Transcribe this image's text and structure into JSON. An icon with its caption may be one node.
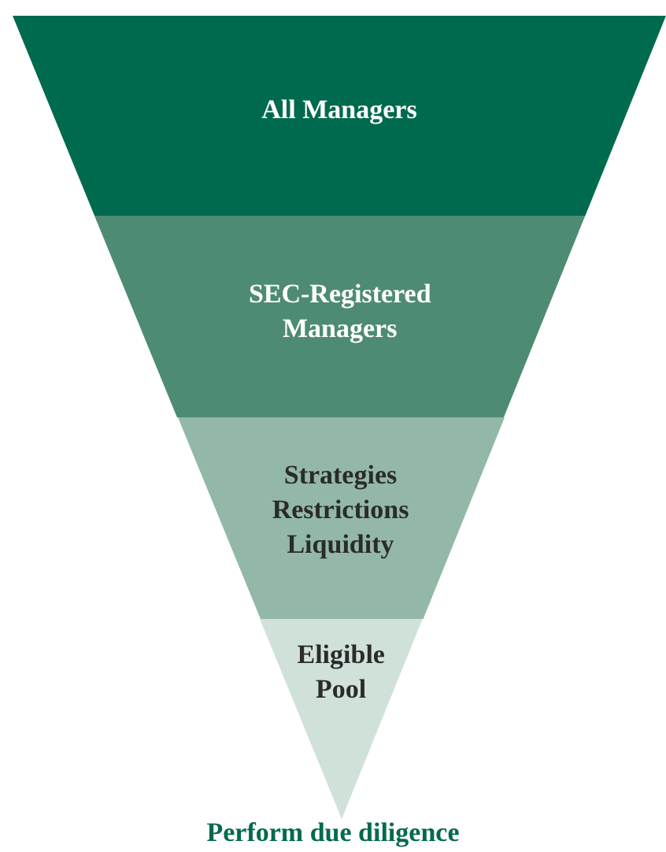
{
  "diagram": {
    "nodes": [
      {
        "text": [
          "All Managers"
        ]
      },
      {
        "text": [
          "SEC-Registered Managers"
        ]
      },
      {
        "text": [
          "Strategies",
          "Restrictions",
          "Liquidity"
        ]
      },
      {
        "text": [
          "Eligible Pool"
        ]
      }
    ],
    "labels": [
      "Perform due diligence"
    ]
  }
}
